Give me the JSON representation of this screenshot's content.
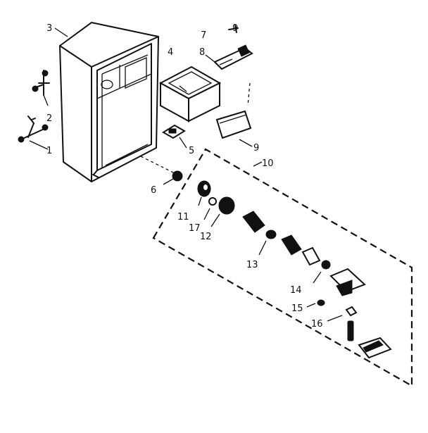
{
  "callouts": {
    "c1": "1",
    "c2": "2",
    "c3": "3",
    "c4": "4",
    "c5": "5",
    "c6": "6",
    "c7": "7",
    "c8": "8",
    "c9a": "9",
    "c9b": "9",
    "c10": "10",
    "c11": "11",
    "c12": "12",
    "c13": "13",
    "c14": "14",
    "c15": "15",
    "c16": "16",
    "c17": "17"
  }
}
